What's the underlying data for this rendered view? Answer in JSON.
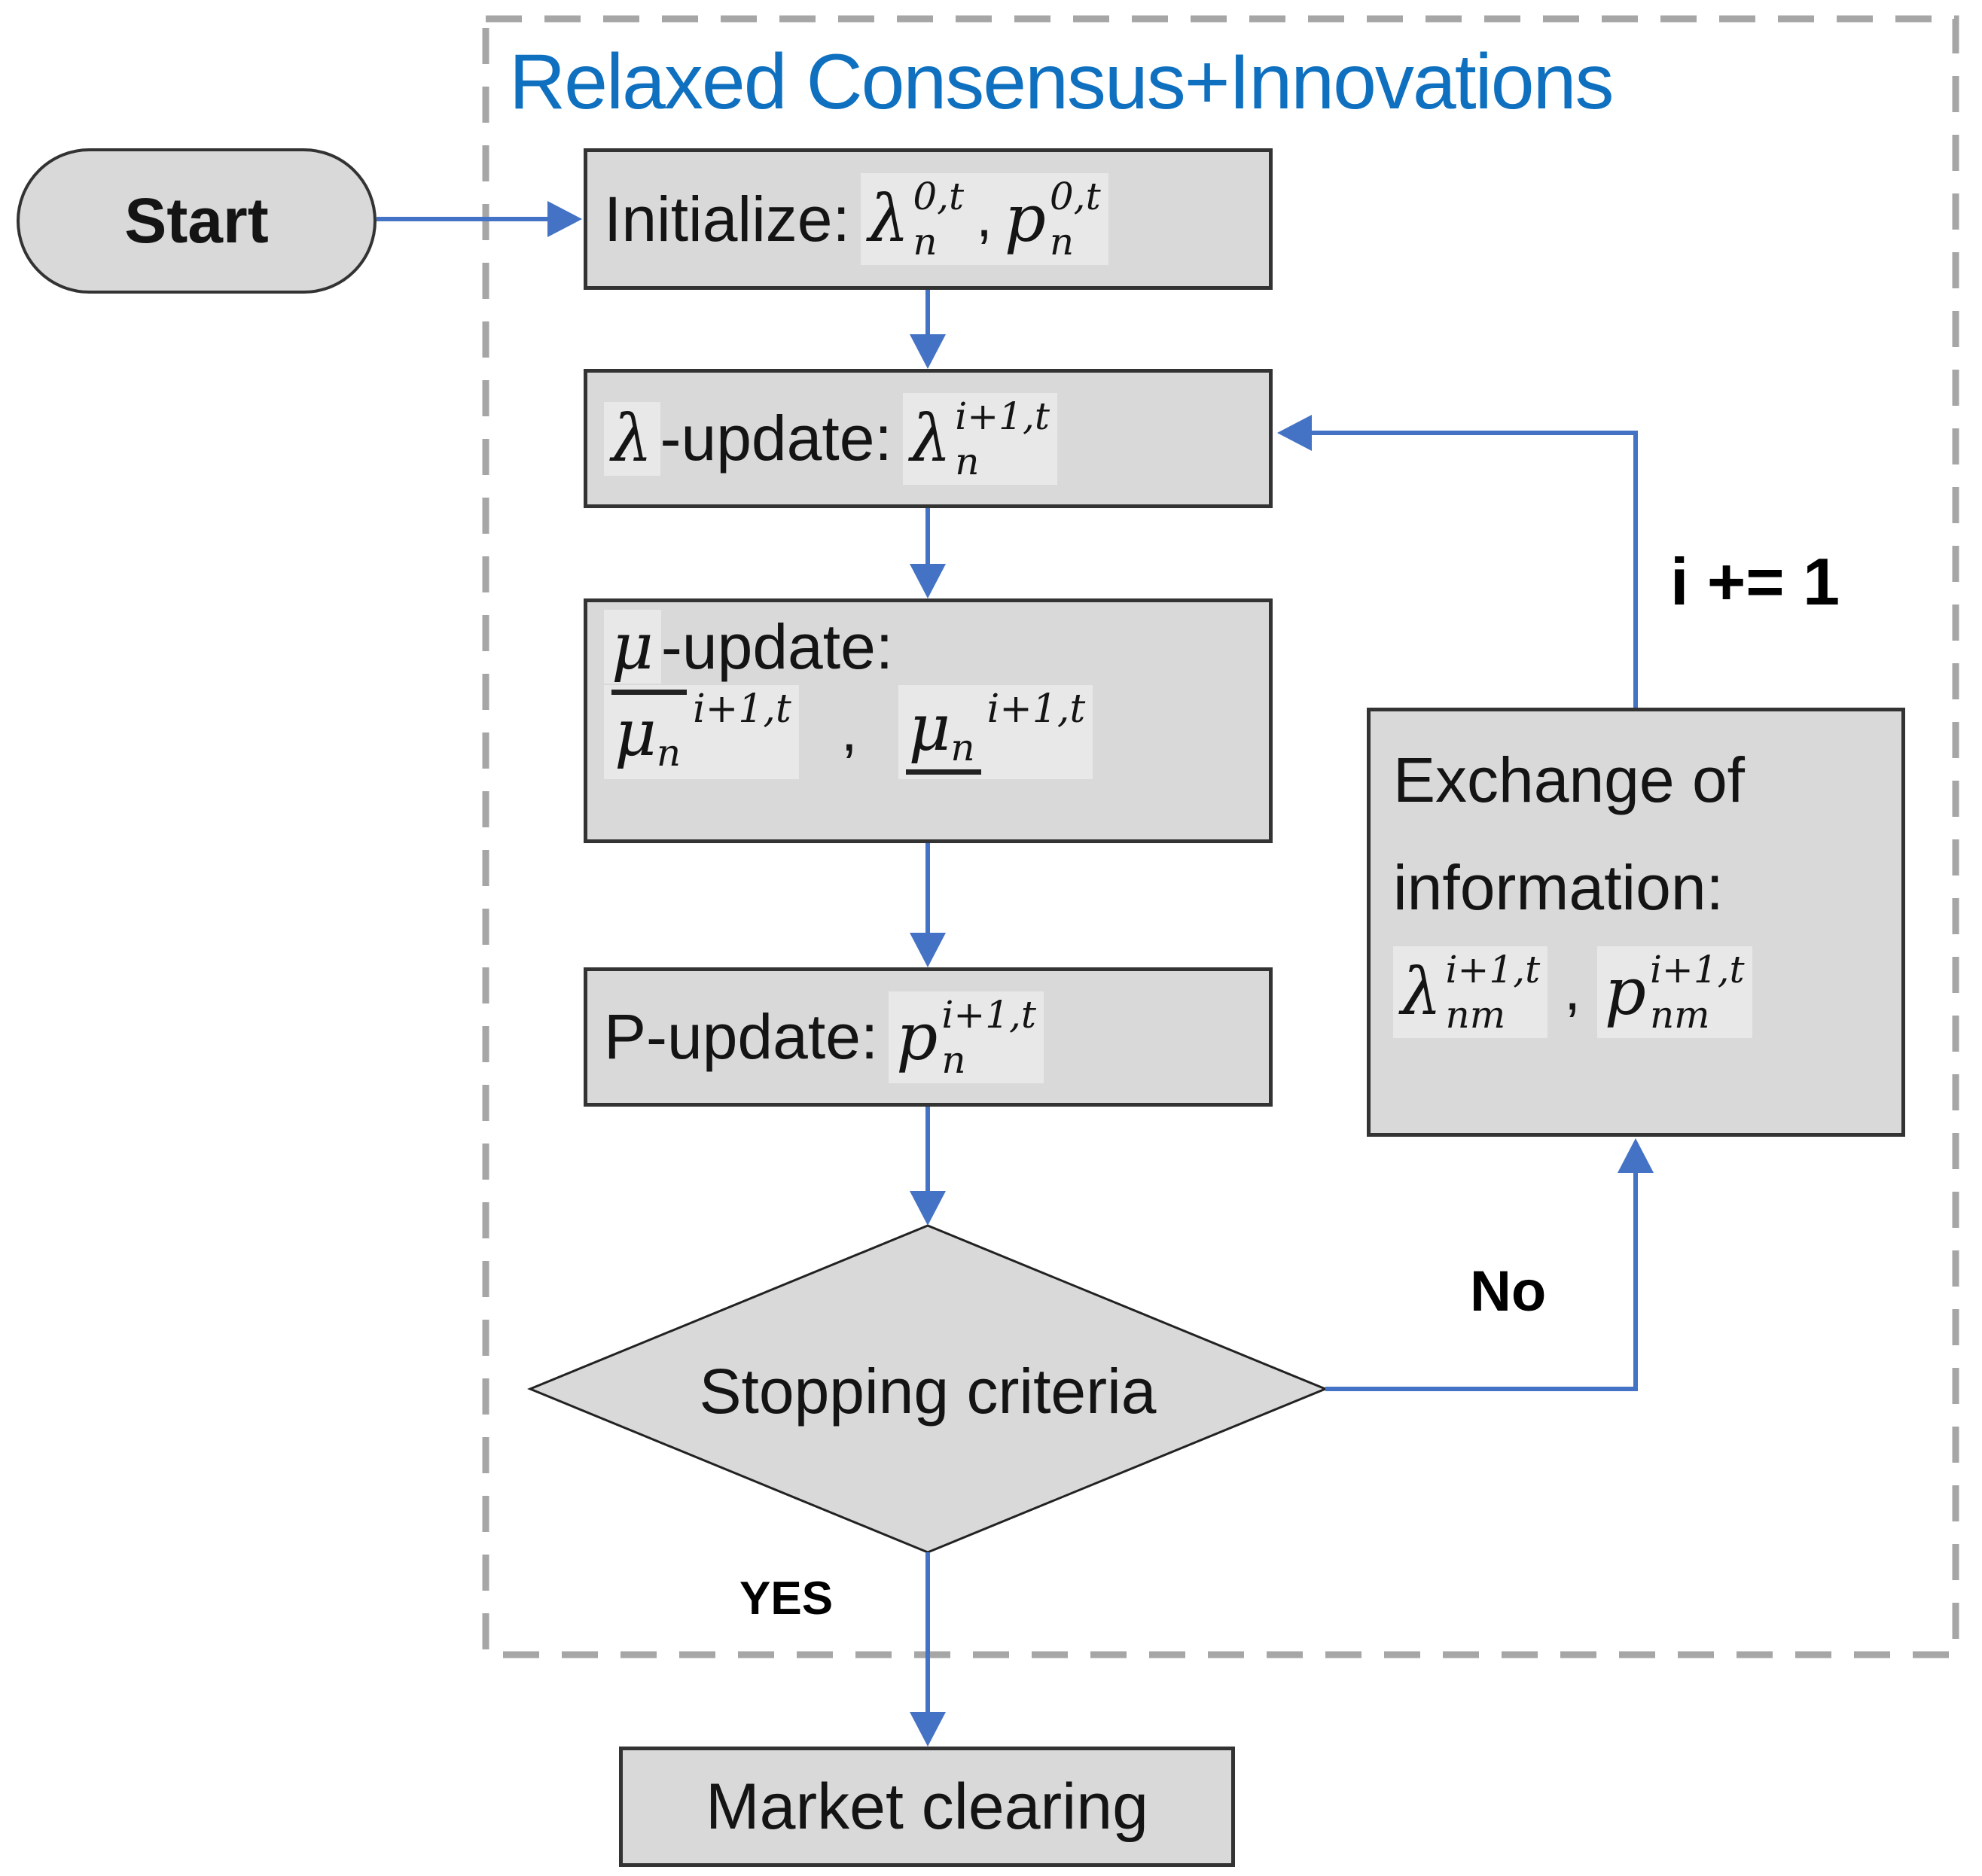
{
  "title": "Relaxed Consensus+Innovations",
  "colors": {
    "accent_arrow": "#4472c4",
    "title_blue": "#0f70c0",
    "node_fill": "#d9d9d9",
    "node_border": "#333333",
    "formula_highlight": "#e8e8e8",
    "dashed_boundary": "#a6a6a6"
  },
  "nodes": {
    "start": {
      "label": "Start"
    },
    "initialize": {
      "label": "Initialize:",
      "formulas": [
        {
          "base": "λ",
          "sub": "n",
          "sup": "0,t"
        },
        {
          "base": "p",
          "sub": "n",
          "sup": "0,t"
        }
      ],
      "separator": ","
    },
    "lambda_update": {
      "symbol": "λ",
      "label": "-update:",
      "formulas": [
        {
          "base": "λ",
          "sub": "n",
          "sup": "i+1,t"
        }
      ]
    },
    "mu_update": {
      "symbol": "μ",
      "label": "-update:",
      "formulas": [
        {
          "base": "μ",
          "sub": "n",
          "sup": "i+1,t",
          "decoration": "overline"
        },
        {
          "base": "μ",
          "sub": "n",
          "sup": "i+1,t",
          "decoration": "underline"
        }
      ],
      "separator": ","
    },
    "p_update": {
      "label": "P-update:",
      "formulas": [
        {
          "base": "p",
          "sub": "n",
          "sup": "i+1,t"
        }
      ]
    },
    "decision": {
      "label": "Stopping criteria"
    },
    "exchange": {
      "label_line1": "Exchange of",
      "label_line2": "information:",
      "formulas": [
        {
          "base": "λ",
          "sub": "nm",
          "sup": "i+1,t"
        },
        {
          "base": "p",
          "sub": "nm",
          "sup": "i+1,t"
        }
      ],
      "separator": ","
    },
    "market": {
      "label": "Market clearing"
    }
  },
  "edge_labels": {
    "no": "No",
    "yes": "YES",
    "increment": "i += 1"
  }
}
